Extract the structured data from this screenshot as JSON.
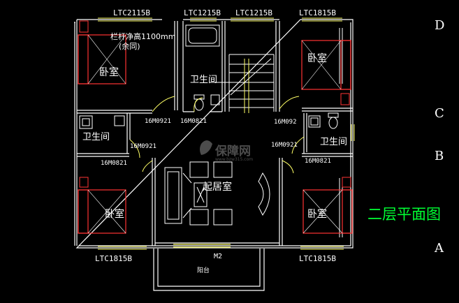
{
  "colors": {
    "background": "#000000",
    "wall": "#ffffff",
    "window": "#ffff66",
    "furniture": "#ff3333",
    "door": "#ffff00",
    "title": "#00ff33",
    "watermark": "#8a8a8a"
  },
  "plan": {
    "title": "二层平面图",
    "window_labels": {
      "top_left": "LTC2115B",
      "top_mid_left": "LTC1215B",
      "top_mid_right": "LTC1215B",
      "top_right": "LTC1815B",
      "bottom_left": "LTC1815B",
      "bottom_right": "LTC1815B"
    },
    "axis_labels": {
      "d": "D",
      "c": "C",
      "b": "B",
      "a": "A"
    },
    "room_labels": {
      "bedroom_top_left": "卧室",
      "bedroom_top_right": "卧室",
      "bedroom_bottom_left": "卧室",
      "bedroom_bottom_right": "卧室",
      "bathroom_top": "卫生间",
      "bathroom_left": "卫生间",
      "bathroom_right": "卫生间",
      "living_room": "起居室",
      "balcony": "阳台"
    },
    "railing_note": {
      "line1": "栏杆净高1100mm",
      "line2": "(余同)"
    },
    "door_labels": {
      "d1": "16M0921",
      "d2": "16M0821",
      "d3": "16M092",
      "d4": "16M0921",
      "d5": "16M0821",
      "d6": "16M0921",
      "d7": "16M0821",
      "m2": "M2"
    },
    "watermark": {
      "brand": "保障网",
      "url": "www.bzw315.com"
    }
  }
}
